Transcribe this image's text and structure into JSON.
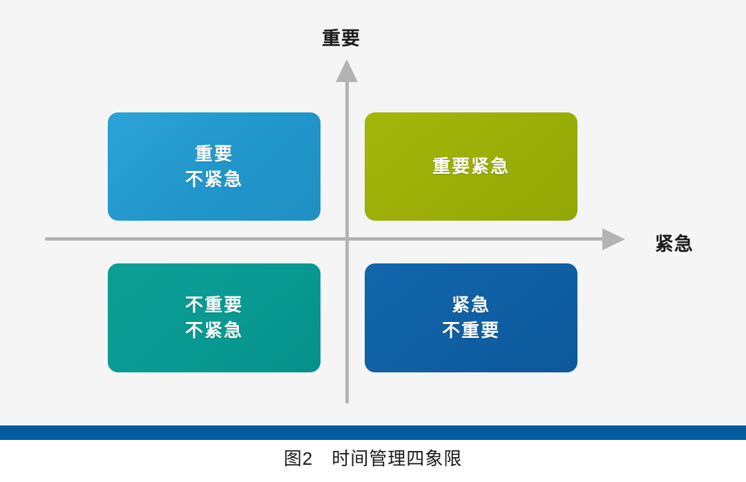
{
  "figure": {
    "caption": "图2　时间管理四象限",
    "background_color": "#f5f5f5",
    "divider_color": "#065a9e"
  },
  "axes": {
    "vertical_label": "重要",
    "horizontal_label": "紧急",
    "axis_color": "#b3b3b3"
  },
  "chart_data": {
    "type": "table",
    "title": "时间管理四象限",
    "xlabel": "紧急",
    "ylabel": "重要",
    "quadrants": [
      {
        "position": "top-left",
        "lines": [
          "重要",
          "不紧急"
        ],
        "color": "#2196cb"
      },
      {
        "position": "top-right",
        "lines": [
          "重要紧急"
        ],
        "color": "#9aae07"
      },
      {
        "position": "bottom-left",
        "lines": [
          "不重要",
          "不紧急"
        ],
        "color": "#089a92"
      },
      {
        "position": "bottom-right",
        "lines": [
          "紧急",
          "不重要"
        ],
        "color": "#0f5fa3"
      }
    ]
  }
}
